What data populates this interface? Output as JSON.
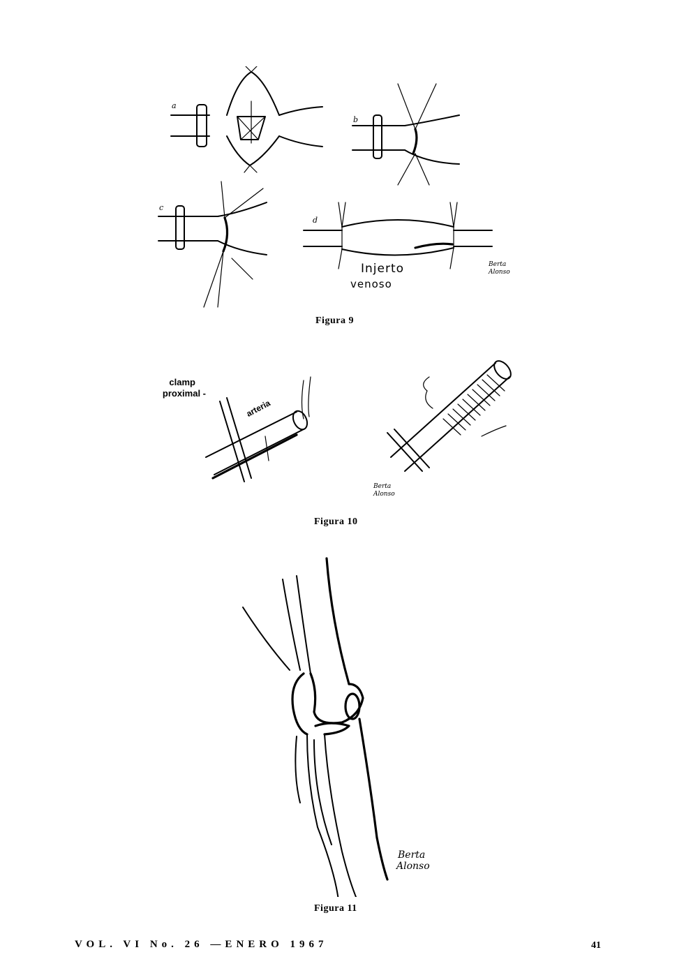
{
  "figure9": {
    "panel_labels": [
      "a",
      "b",
      "c",
      "d"
    ],
    "graft_label_line1": "Injerto",
    "graft_label_line2": "venoso",
    "signature": "Berta Alonso",
    "caption": "Figura 9"
  },
  "figure10": {
    "clamp_label_line1": "clamp",
    "clamp_label_line2": "proximal -",
    "artery_label": "arteria",
    "signature": "Berta Alonso",
    "caption": "Figura 10"
  },
  "figure11": {
    "signature_line1": "Berta",
    "signature_line2": "Alonso",
    "caption": "Figura 11"
  },
  "footer": {
    "journal_ref": "VOL. VI No. 26 —ENERO 1967",
    "page_number": "41"
  }
}
